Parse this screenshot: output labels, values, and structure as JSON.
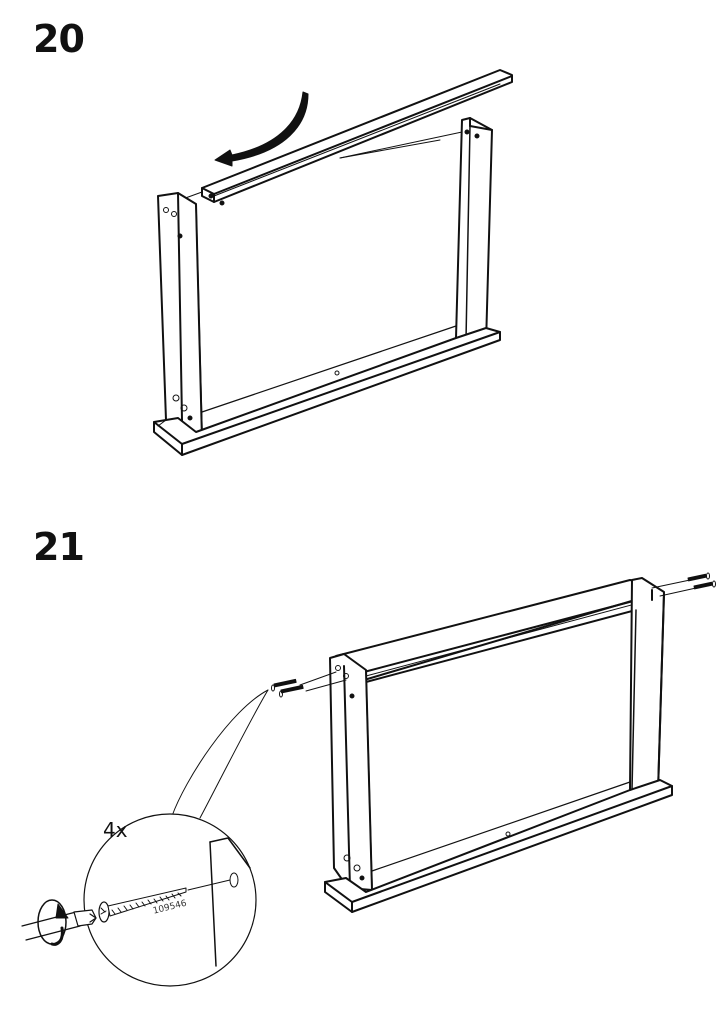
{
  "steps": [
    {
      "number": "20",
      "description": "Place top rail across the two side panels, rotating it down into position",
      "icons": [
        "curved-arrow-icon"
      ]
    },
    {
      "number": "21",
      "description": "Fasten top rail to side panels with screws on both sides",
      "detail": {
        "quantity": "4x",
        "part_number": "109546",
        "icons": [
          "screwdriver-icon",
          "rotate-clockwise-icon",
          "screw-icon"
        ]
      }
    }
  ],
  "colors": {
    "ink": "#111111",
    "paper": "#ffffff"
  }
}
